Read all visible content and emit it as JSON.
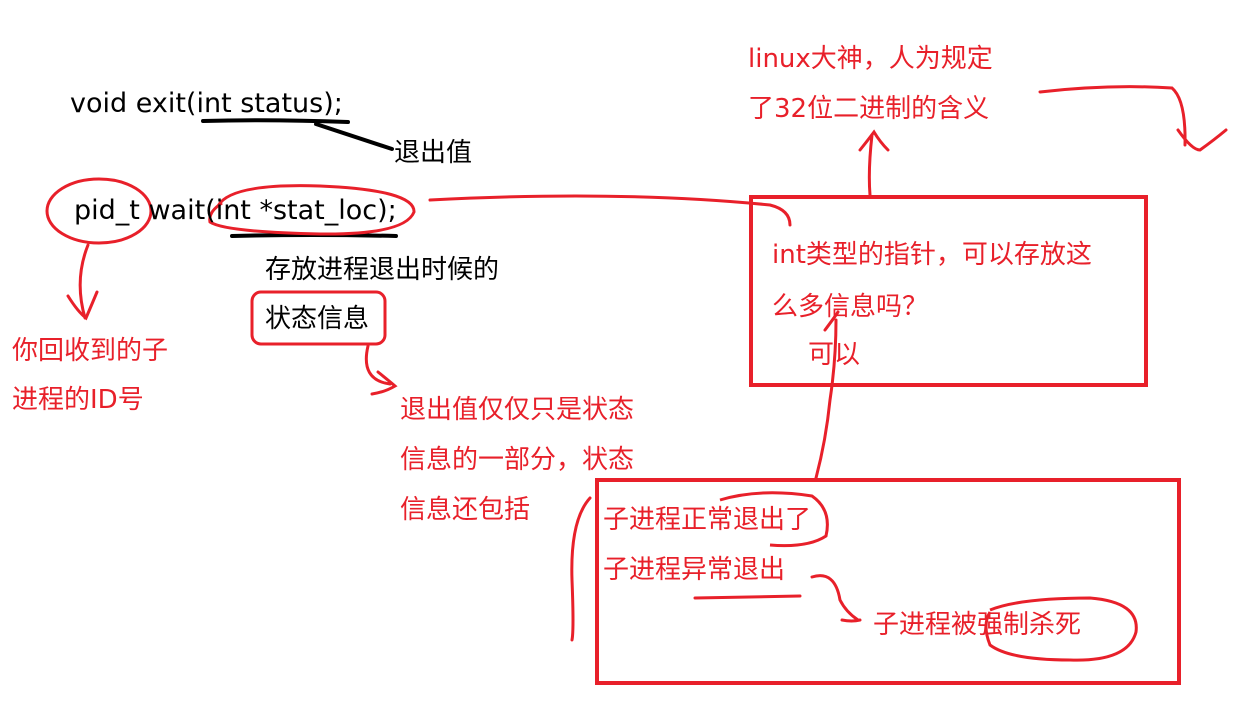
{
  "colors": {
    "annotation_red": "#e8202a",
    "code_black": "#000000",
    "background": "#ffffff"
  },
  "code": {
    "exit_signature": "void exit(int status);",
    "wait_signature": "pid_t wait(int *stat_loc);"
  },
  "labels": {
    "exit_value": "退出值",
    "stat_loc_line1": "存放进程退出时候的",
    "stat_loc_line2": "状态信息"
  },
  "notes": {
    "pid_line1": "你回收到的子",
    "pid_line2": "进程的ID号",
    "status_line1": "退出值仅仅只是状态",
    "status_line2": "信息的一部分，状态",
    "status_line3": "信息还包括",
    "linux_line1": "linux大神，人为规定",
    "linux_line2": "了32位二进制的含义",
    "pointer_question_line1": "int类型的指针，可以存放这",
    "pointer_question_line2": "么多信息吗？",
    "pointer_answer": "可以",
    "exit_case_1": "子进程正常退出了",
    "exit_case_2": "子进程异常退出",
    "exit_case_3": "子进程被强制杀死"
  }
}
